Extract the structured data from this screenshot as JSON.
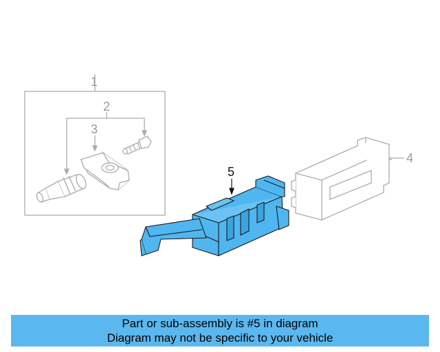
{
  "callouts": {
    "c1": "1",
    "c2": "2",
    "c3": "3",
    "c4": "4",
    "c5": "5"
  },
  "banner": {
    "line1": "Part or sub-assembly is #5 in diagram",
    "line2": "Diagram may not be specific to your vehicle"
  },
  "colors": {
    "highlight_part": "#4fb6f0",
    "banner_bg": "#5ab8ef",
    "dim_line": "#aaaaaa"
  }
}
